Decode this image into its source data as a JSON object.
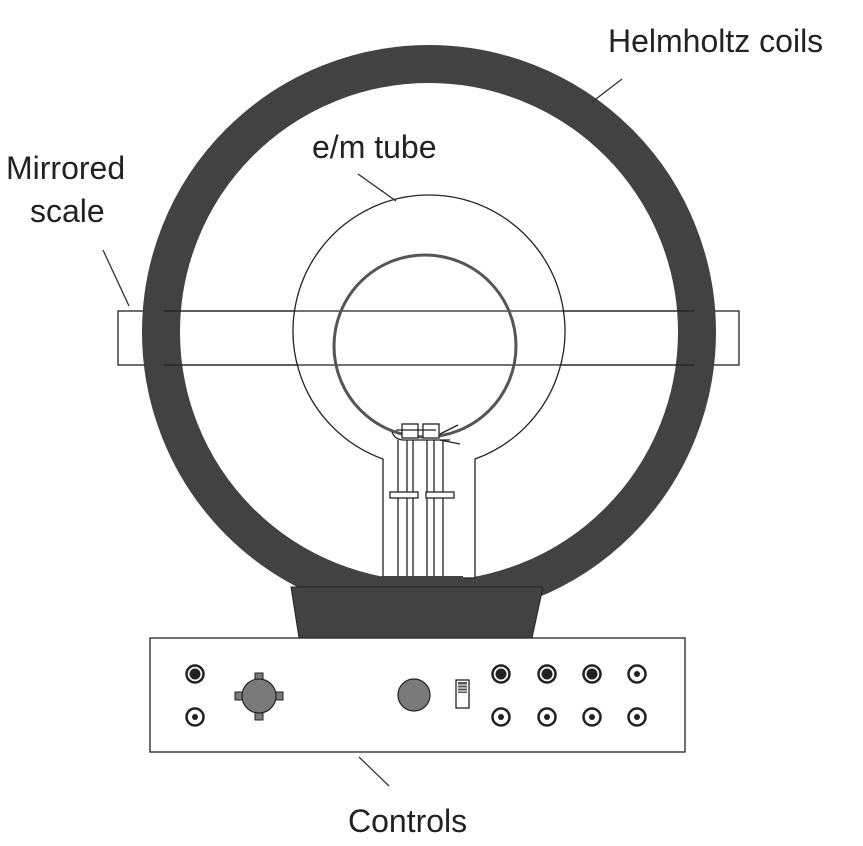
{
  "labels": {
    "helmholtz_coils": "Helmholtz coils",
    "em_tube": "e/m tube",
    "mirrored_scale_line1": "Mirrored",
    "mirrored_scale_line2": "scale",
    "controls": "Controls"
  },
  "colors": {
    "coil": "#424242",
    "base": "#424242",
    "knob": "#7a7a7a",
    "beam": "#555555",
    "outline": "#222222"
  }
}
